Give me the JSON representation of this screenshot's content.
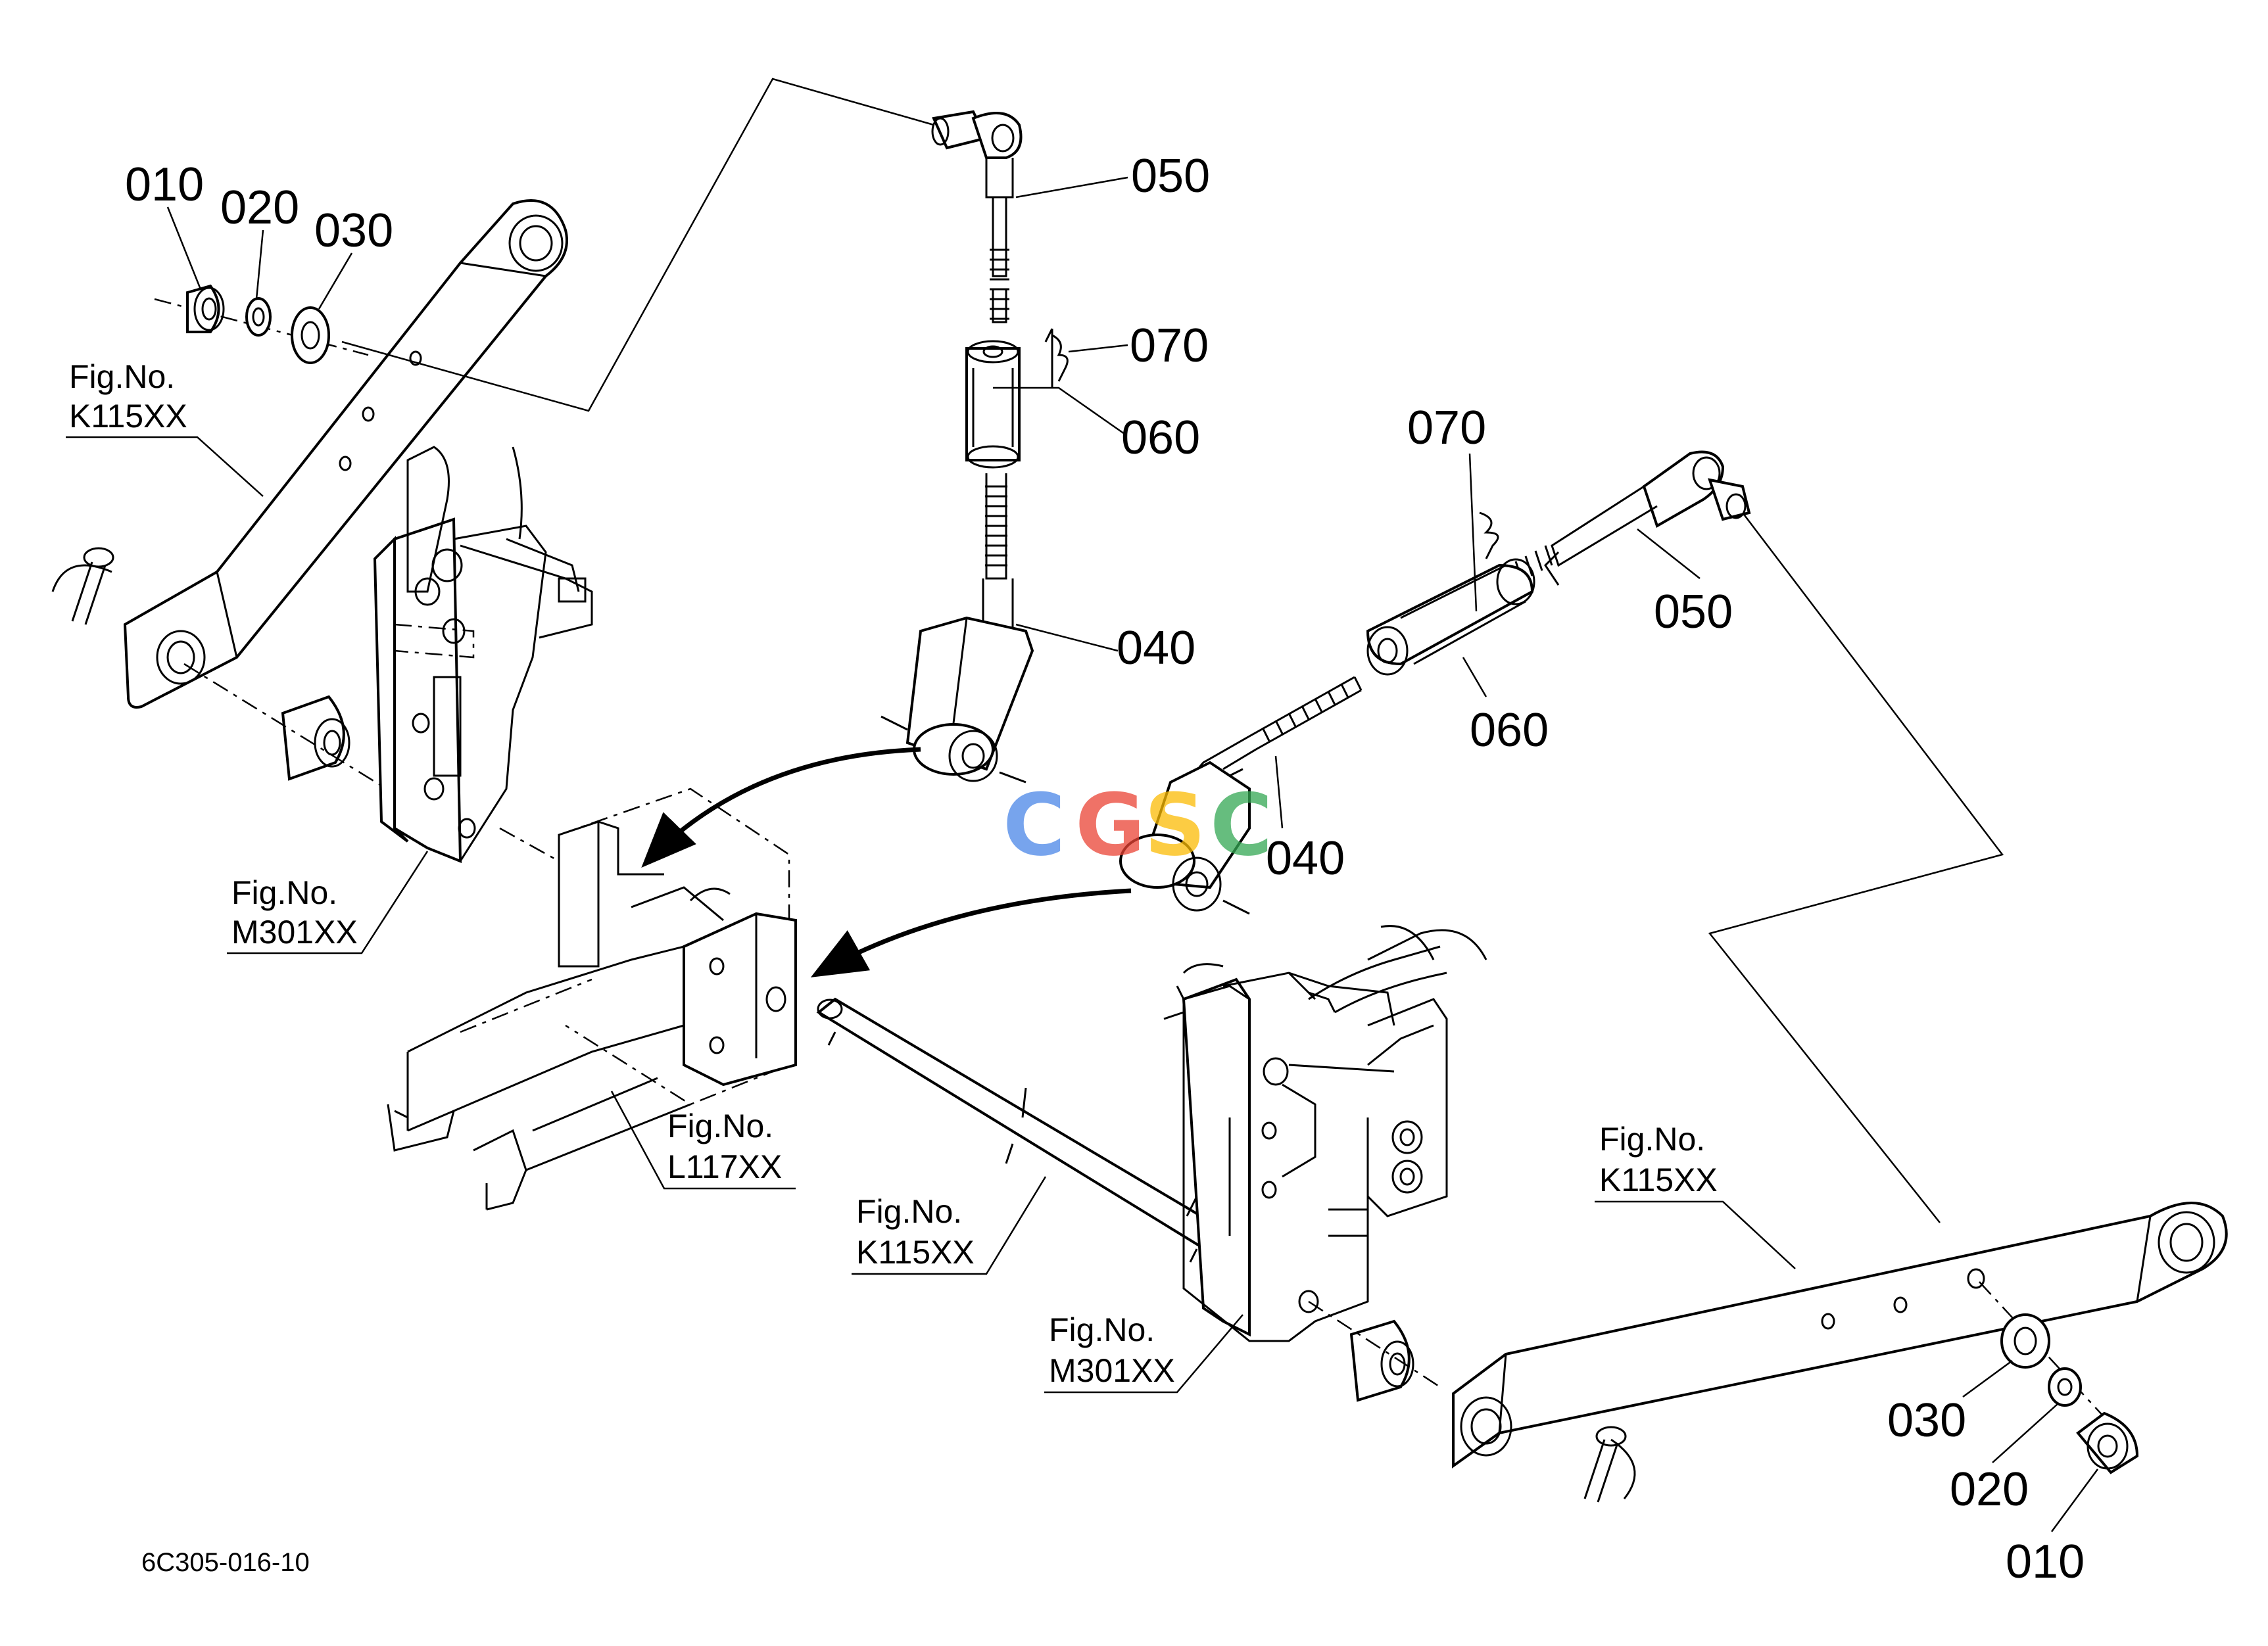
{
  "diagram_code": "6C305-016-10",
  "watermark": {
    "letters": [
      "C",
      "G",
      "S",
      "C"
    ],
    "colors": [
      "#4a86e8",
      "#ea4335",
      "#fbbc05",
      "#34a853"
    ]
  },
  "parts_left": {
    "p010": "010",
    "p020": "020",
    "p030": "030"
  },
  "parts_upper_rod": {
    "p050": "050",
    "p070": "070",
    "p060": "060",
    "p040": "040"
  },
  "parts_right_rod": {
    "p070": "070",
    "p050": "050",
    "p060": "060",
    "p040": "040"
  },
  "parts_right": {
    "p030": "030",
    "p020": "020",
    "p010": "010"
  },
  "figure_refs": {
    "left_arm": {
      "label": "Fig.No.",
      "code": "K115XX"
    },
    "left_bracket": {
      "label": "Fig.No.",
      "code": "M301XX"
    },
    "frame": {
      "label": "Fig.No.",
      "code": "L117XX"
    },
    "shaft": {
      "label": "Fig.No.",
      "code": "K115XX"
    },
    "right_bracket": {
      "label": "Fig.No.",
      "code": "M301XX"
    },
    "right_arm": {
      "label": "Fig.No.",
      "code": "K115XX"
    }
  }
}
